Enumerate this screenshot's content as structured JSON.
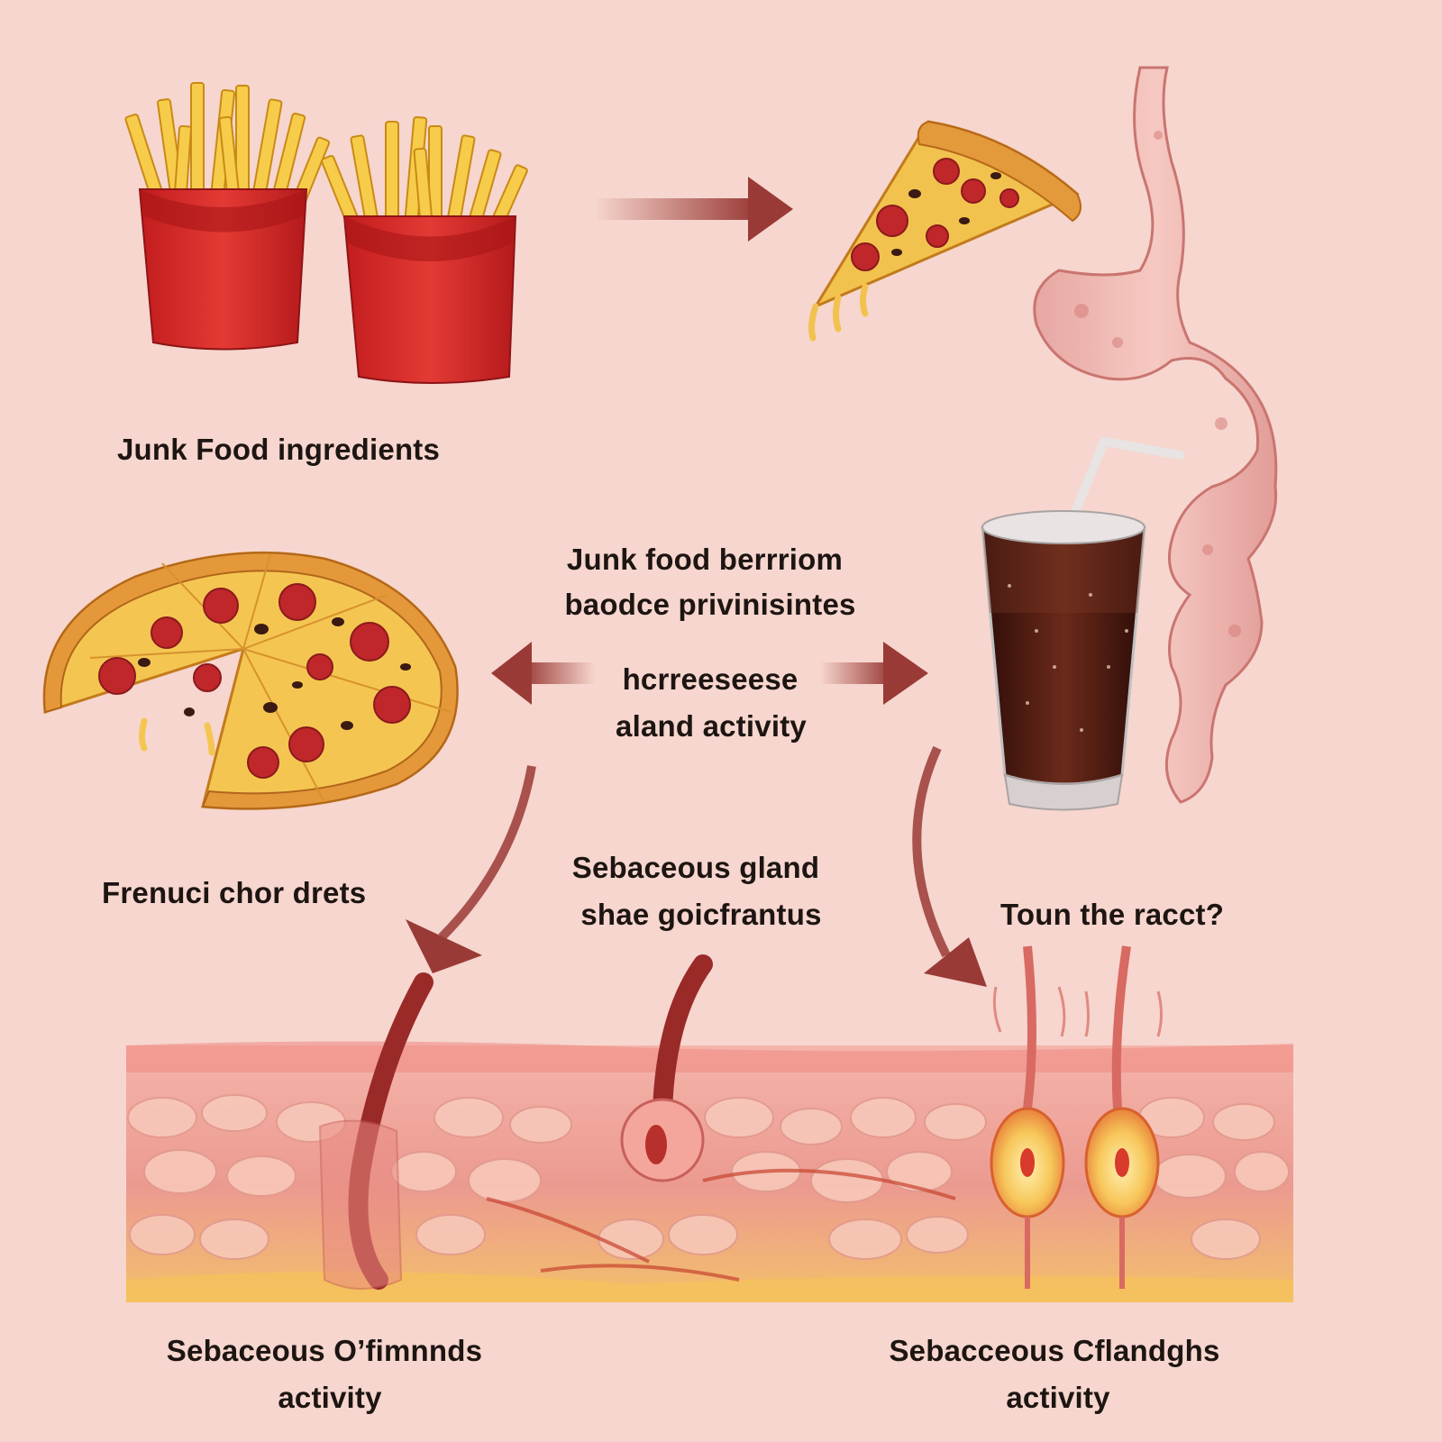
{
  "labels": {
    "junk_food_ingredients": "Junk Food ingredients",
    "center_line1": "Junk food berrriom",
    "center_line2": "baodce privinisintes",
    "center_line3": "hcrreeseese",
    "center_line4": "aland activity",
    "frenuci": "Frenuci chor drets",
    "sebaceous_mid_line1": "Sebaceous gland",
    "sebaceous_mid_line2": "shae goicfrantus",
    "toun": "Toun the racct?",
    "bottom_left_line1": "Sebaceous O’fimnnds",
    "bottom_left_line2": "activity",
    "bottom_right_line1": "Sebacceous Cflandghs",
    "bottom_right_line2": "activity"
  },
  "colors": {
    "background": "#f6d6ce",
    "arrow": "#9a3a36",
    "fries_box": "#d8282a",
    "fries": "#f5c542",
    "pizza_crust": "#e9a545",
    "pepperoni": "#b8282a",
    "cola": "#4a1a12",
    "skin": "#f0a09a",
    "gland": "#f7c75a"
  },
  "icons": [
    "fries-icon",
    "pizza-slice-icon",
    "whole-pizza-icon",
    "cola-glass-icon",
    "intestine-icon",
    "skin-cross-section"
  ]
}
